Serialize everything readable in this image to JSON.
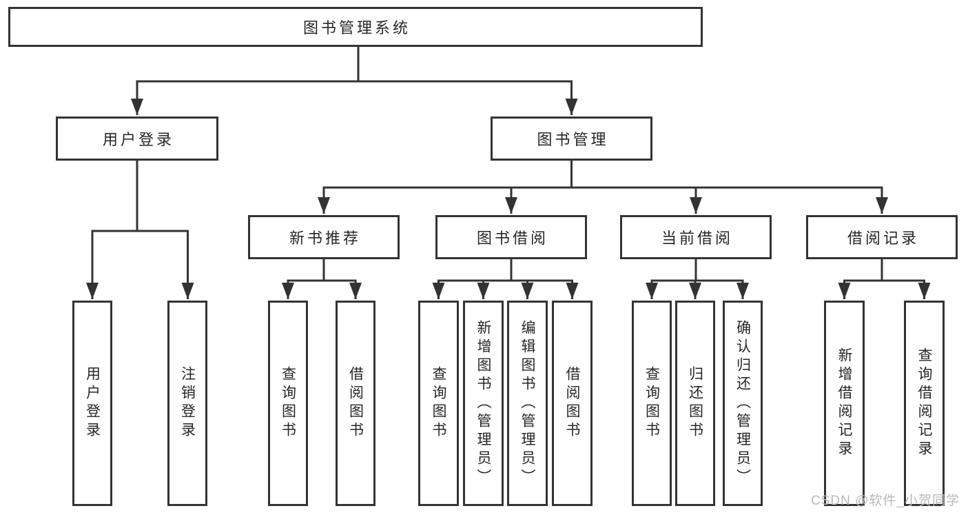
{
  "tree": {
    "root": {
      "label": "图书管理系统"
    },
    "branches": [
      {
        "label": "用户登录",
        "leaves": [
          {
            "label": "用户登录"
          },
          {
            "label": "注销登录"
          }
        ]
      },
      {
        "label": "图书管理",
        "groups": [
          {
            "label": "新书推荐",
            "leaves": [
              {
                "label": "查询图书"
              },
              {
                "label": "借阅图书"
              }
            ]
          },
          {
            "label": "图书借阅",
            "leaves": [
              {
                "label": "查询图书"
              },
              {
                "label": "新增图书（管理员）"
              },
              {
                "label": "编辑图书（管理员）"
              },
              {
                "label": "借阅图书"
              }
            ]
          },
          {
            "label": "当前借阅",
            "leaves": [
              {
                "label": "查询图书"
              },
              {
                "label": "归还图书"
              },
              {
                "label": "确认归还（管理员）"
              }
            ]
          },
          {
            "label": "借阅记录",
            "leaves": [
              {
                "label": "新增借阅记录"
              },
              {
                "label": "查询借阅记录"
              }
            ]
          }
        ]
      }
    ]
  },
  "watermark": {
    "text": "CSDN @软件_小贺同学",
    "color": "#b8b8b8"
  },
  "colors": {
    "line": "#333333",
    "box_border": "#333333",
    "text": "#262626",
    "background": "#ffffff"
  }
}
